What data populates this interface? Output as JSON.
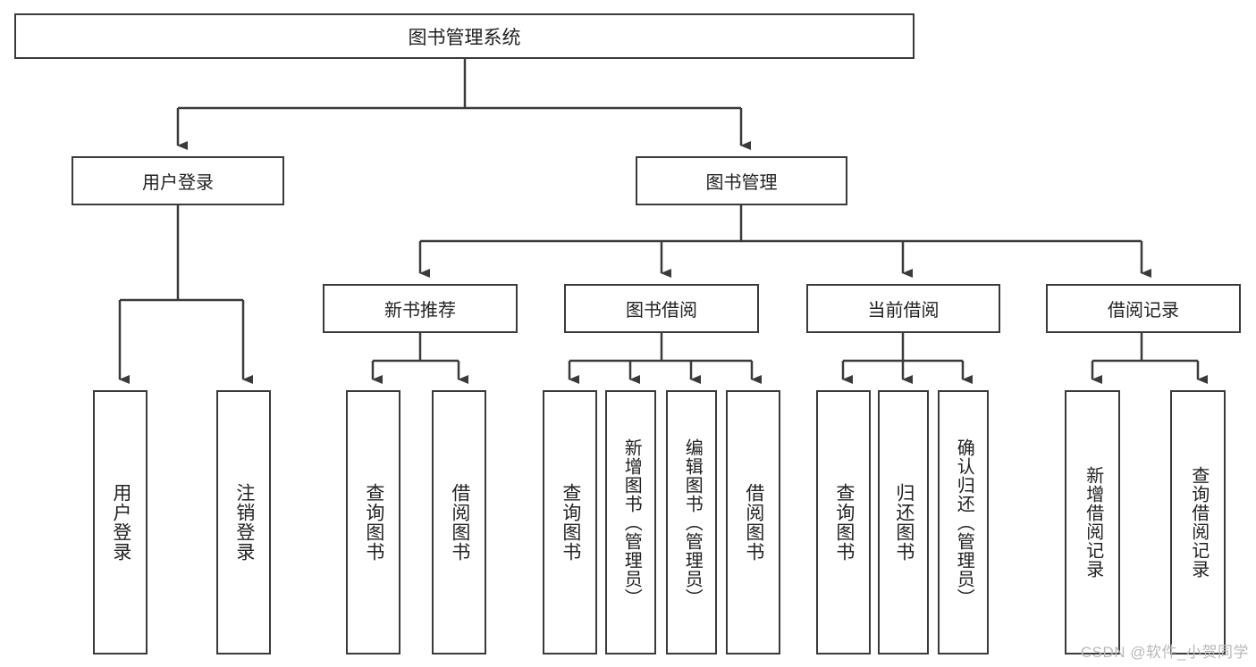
{
  "diagram": {
    "title": "图书管理系统",
    "type": "hierarchy-tree",
    "root": {
      "label": "图书管理系统"
    },
    "level2": [
      {
        "label": "用户登录"
      },
      {
        "label": "图书管理"
      }
    ],
    "level3": [
      {
        "label": "新书推荐"
      },
      {
        "label": "图书借阅"
      },
      {
        "label": "当前借阅"
      },
      {
        "label": "借阅记录"
      }
    ],
    "leaves": {
      "user_login": [
        {
          "label": "用户登录"
        },
        {
          "label": "注销登录"
        }
      ],
      "new_book_recommend": [
        {
          "label": "查询图书"
        },
        {
          "label": "借阅图书"
        }
      ],
      "book_borrow": [
        {
          "label": "查询图书"
        },
        {
          "label": "新增图书（管理员）"
        },
        {
          "label": "编辑图书（管理员）"
        },
        {
          "label": "借阅图书"
        }
      ],
      "current_borrow": [
        {
          "label": "查询图书"
        },
        {
          "label": "归还图书"
        },
        {
          "label": "确认归还（管理员）"
        }
      ],
      "borrow_record": [
        {
          "label": "新增借阅记录"
        },
        {
          "label": "查询借阅记录"
        }
      ]
    }
  },
  "watermark": {
    "text": "CSDN @软件_小贺同学"
  },
  "colors": {
    "stroke": "#3a3a3a",
    "text": "#222222",
    "background": "#ffffff",
    "watermark": "#b9b9b9"
  }
}
